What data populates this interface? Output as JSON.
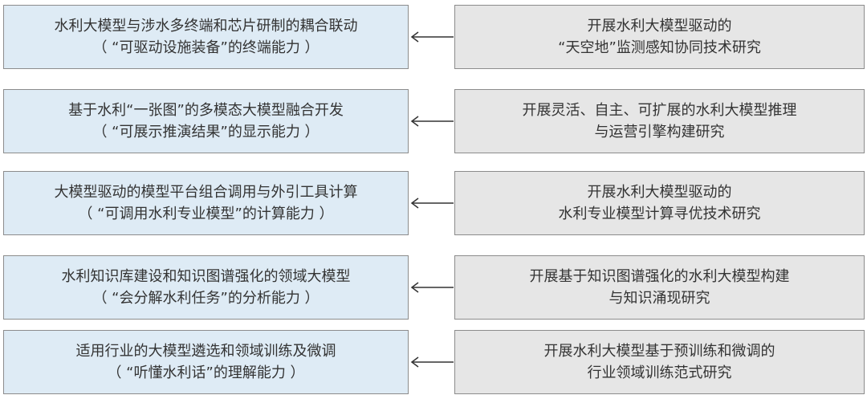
{
  "rows": [
    {
      "left_line1": "水利大模型与涉水多终端和芯片研制的耦合联动",
      "left_line2": "（ “可驱动设施装备”的终端能力 ）",
      "right_line1": "开展水利大模型驱动的",
      "right_line2": "“天空地”监测感知协同技术研究"
    },
    {
      "left_line1": "基于水利“一张图”的多模态大模型融合开发",
      "left_line2": "（ “可展示推演结果”的显示能力 ）",
      "right_line1": "开展灵活、自主、可扩展的水利大模型推理",
      "right_line2": "与运营引擎构建研究"
    },
    {
      "left_line1": "大模型驱动的模型平台组合调用与外引工具计算",
      "left_line2": "（ “可调用水利专业模型”的计算能力 ）",
      "right_line1": "开展水利大模型驱动的",
      "right_line2": "水利专业模型计算寻优技术研究"
    },
    {
      "left_line1": "水利知识库建设和知识图谱强化的领域大模型",
      "left_line2": "（ “会分解水利任务”的分析能力 ）",
      "right_line1": "开展基于知识图谱强化的水利大模型构建",
      "right_line2": "与知识涌现研究"
    },
    {
      "left_line1": "适用行业的大模型遴选和领域训练及微调",
      "left_line2": "（ “听懂水利话”的理解能力 ）",
      "right_line1": "开展水利大模型基于预训练和微调的",
      "right_line2": "行业领域训练范式研究"
    }
  ],
  "colors": {
    "left_box_fill": "#deebf5",
    "right_box_fill": "#e6e6e6",
    "border": "#8c8c8c",
    "arrow": "#333333",
    "text": "#333333"
  }
}
